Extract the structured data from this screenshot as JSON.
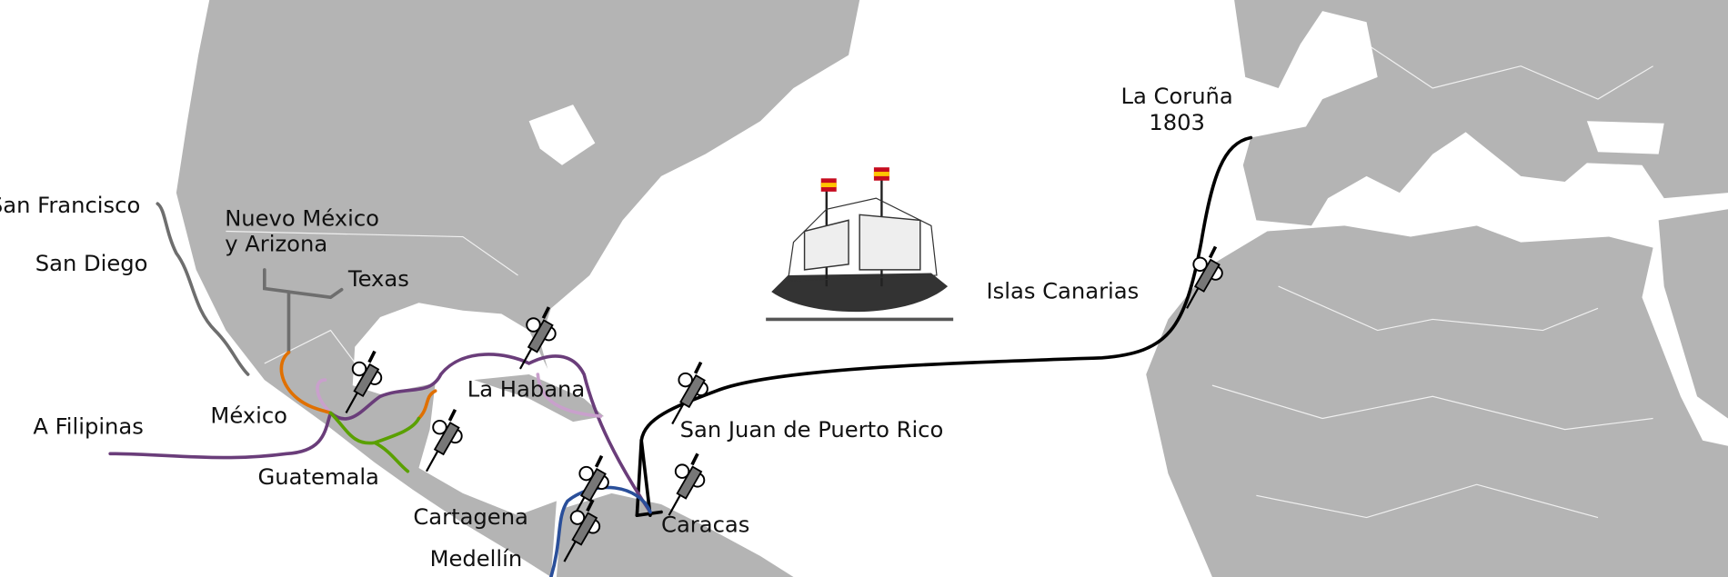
{
  "map": {
    "colors": {
      "land": "#b4b4b4",
      "sea": "#ffffff",
      "route_main": "#000000",
      "route_california": "#6e6e6e",
      "route_mexico": "#e07000",
      "route_guatemala": "#5aa000",
      "route_philippines": "#6a3d7a",
      "route_habana": "#c9a0cc",
      "route_south": "#2a4f9a"
    },
    "labels": {
      "coruna_city": "La Coruña",
      "coruna_year": "1803",
      "canarias": "Islas Canarias",
      "san_francisco": "San Francisco",
      "san_diego": "San Diego",
      "nuevo_mexico_1": "Nuevo México",
      "nuevo_mexico_2": "y Arizona",
      "texas": "Texas",
      "la_habana": "La Habana",
      "mexico": "México",
      "filipinas": "A Filipinas",
      "puerto_rico": "San Juan de Puerto Rico",
      "guatemala": "Guatemala",
      "cartagena": "Cartagena",
      "caracas": "Caracas",
      "medellin": "Medellín"
    },
    "icons": [
      "syringe-icon",
      "ship-icon",
      "spanish-flag-icon"
    ]
  }
}
